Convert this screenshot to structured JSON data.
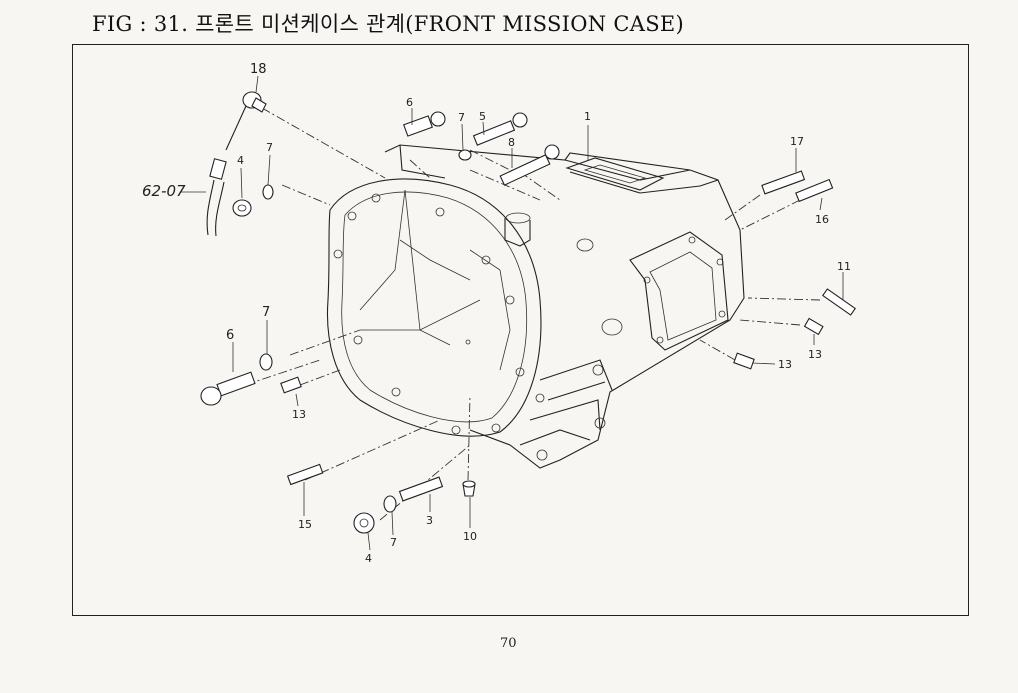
{
  "title": "FIG : 31. 프론트 미션케이스 관계(FRONT MISSION CASE)",
  "page_number": "70",
  "callouts": {
    "c1": "1",
    "c3": "3",
    "c4a": "4",
    "c4b": "4",
    "c5": "5",
    "c6a": "6",
    "c6b": "6",
    "c7a": "7",
    "c7b": "7",
    "c7c": "7",
    "c7d": "7",
    "c8": "8",
    "c10": "10",
    "c11": "11",
    "c13a": "13",
    "c13b": "13",
    "c13c": "13",
    "c15": "15",
    "c16": "16",
    "c17": "17",
    "c18": "18"
  },
  "handwritten_ref": "62-07"
}
